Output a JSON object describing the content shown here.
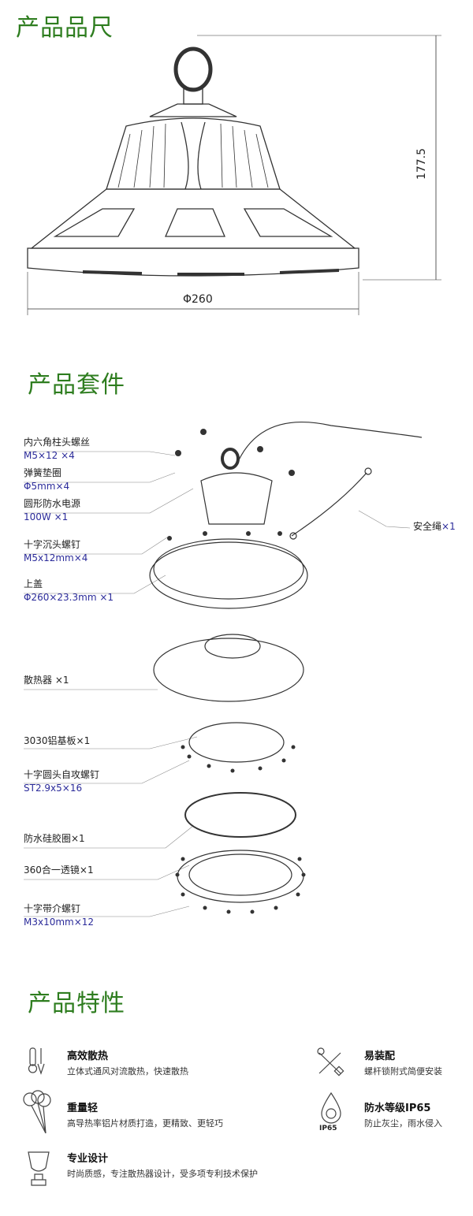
{
  "sections": {
    "dimensions": {
      "title": "产品品尺",
      "diameter": "Φ260",
      "height": "177.5"
    },
    "kit": {
      "title": "产品套件",
      "parts": [
        {
          "name": "内六角柱头螺丝",
          "spec": "M5×12 ×4"
        },
        {
          "name": "弹簧垫圈",
          "spec": "Φ5mm×4"
        },
        {
          "name": "圆形防水电源",
          "spec": "100W ×1"
        },
        {
          "name": "十字沉头螺钉",
          "spec": "M5x12mm×4"
        },
        {
          "name": "上盖",
          "spec": "Φ260×23.3mm ×1"
        },
        {
          "name": "散热器 ×1"
        },
        {
          "name": "3030铝基板×1"
        },
        {
          "name": "十字圆头自攻螺钉",
          "spec": "ST2.9x5×16"
        },
        {
          "name": "防水硅胶圈×1"
        },
        {
          "name": "360合一透镜×1"
        },
        {
          "name": "十字带介螺钉",
          "spec": "M3x10mm×12"
        }
      ],
      "safety_rope": {
        "name": "安全绳",
        "spec": "×1"
      }
    },
    "features": {
      "title": "产品特性",
      "items": [
        {
          "icon": "thermometer-icon",
          "title": "高效散热",
          "desc": "立体式通风对流散热，快速散热"
        },
        {
          "icon": "tools-icon",
          "title": "易装配",
          "desc": "螺杆锁附式简便安装"
        },
        {
          "icon": "balloons-icon",
          "title": "重量轻",
          "desc": "高导热率铝片材质打造，更精致、更轻巧"
        },
        {
          "icon": "water-drop-icon",
          "title": "防水等级IP65",
          "desc": "防止灰尘，雨水侵入",
          "badge": "IP65"
        },
        {
          "icon": "trophy-icon",
          "title": "专业设计",
          "desc": "时尚质感，专注散热器设计，受多项专利技术保护"
        }
      ]
    }
  },
  "colors": {
    "title_green": "#2e7d1f",
    "spec_blue": "#2b2b9a"
  }
}
